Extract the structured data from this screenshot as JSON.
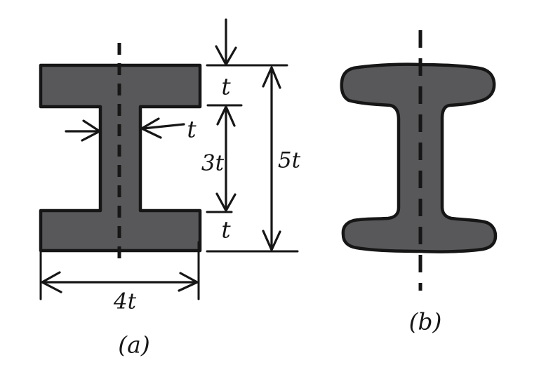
{
  "figure": {
    "description": "Hand-drawn comparison of two I-beam cross-sections",
    "sections": [
      {
        "id": "a",
        "caption": "(a)",
        "style": "sharp-cornered I-section",
        "dimensions": {
          "top_flange_thickness": "t",
          "web_thickness": "t",
          "web_clear_height": "3t",
          "overall_height": "5t",
          "bottom_flange_thickness": "t",
          "overall_width": "4t"
        }
      },
      {
        "id": "b",
        "caption": "(b)",
        "style": "rounded / filleted I-section"
      }
    ],
    "labels": {
      "t_top": "t",
      "t_web": "t",
      "web_height": "3t",
      "overall_height": "5t",
      "t_bottom": "t",
      "overall_width": "4t",
      "caption_a": "(a)",
      "caption_b": "(b)"
    }
  },
  "colors": {
    "ink": "#161616",
    "beam_fill": "#58585a",
    "background": "#ffffff"
  }
}
